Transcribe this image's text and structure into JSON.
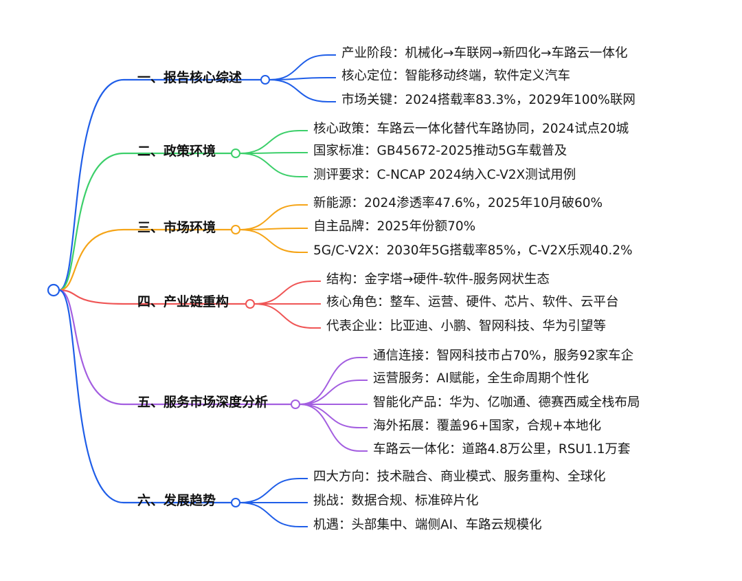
{
  "colors": {
    "blue": "#1f5ee8",
    "green": "#3ccf6a",
    "orange": "#f5a417",
    "red": "#ef5555",
    "purple": "#a35ee0"
  },
  "branches": [
    {
      "title": "一、报告核心综述",
      "color": "blue",
      "items": [
        "产业阶段：机械化→车联网→新四化→车路云一体化",
        "核心定位：智能移动终端，软件定义汽车",
        "市场关键：2024搭载率83.3%，2029年100%联网"
      ]
    },
    {
      "title": "二、政策环境",
      "color": "green",
      "items": [
        "核心政策：车路云一体化替代车路协同，2024试点20城",
        "国家标准：GB45672-2025推动5G车载普及",
        "测评要求：C-NCAP 2024纳入C-V2X测试用例"
      ]
    },
    {
      "title": "三、市场环境",
      "color": "orange",
      "items": [
        "新能源：2024渗透率47.6%，2025年10月破60%",
        "自主品牌：2025年份额70%",
        "5G/C-V2X：2030年5G搭载率85%，C-V2X乐观40.2%"
      ]
    },
    {
      "title": "四、产业链重构",
      "color": "red",
      "items": [
        "结构：金字塔→硬件-软件-服务网状生态",
        "核心角色：整车、运营、硬件、芯片、软件、云平台",
        "代表企业：比亚迪、小鹏、智网科技、华为引望等"
      ]
    },
    {
      "title": "五、服务市场深度分析",
      "color": "purple",
      "items": [
        "通信连接：智网科技市占70%，服务92家车企",
        "运营服务：AI赋能，全生命周期个性化",
        "智能化产品：华为、亿咖通、德赛西威全栈布局",
        "海外拓展：覆盖96+国家，合规+本地化",
        "车路云一体化：道路4.8万公里，RSU1.1万套"
      ]
    },
    {
      "title": "六、发展趋势",
      "color": "blue",
      "items": [
        "四大方向：技术融合、商业模式、服务重构、全球化",
        "挑战：数据合规、标准碎片化",
        "机遇：头部集中、端侧AI、车路云规模化"
      ]
    }
  ]
}
